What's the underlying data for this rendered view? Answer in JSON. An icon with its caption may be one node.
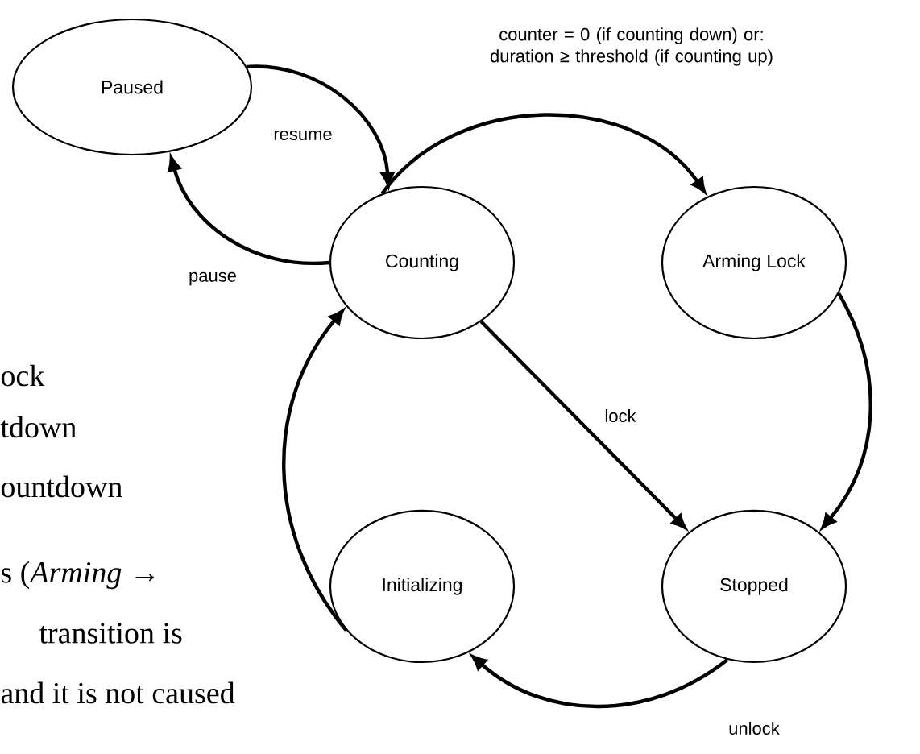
{
  "diagram": {
    "nodes": [
      {
        "text": [
          "Paused"
        ]
      },
      {
        "text": [
          "Counting"
        ]
      },
      {
        "text": [
          "Arming Lock"
        ]
      },
      {
        "text": [
          "Initializing"
        ]
      },
      {
        "text": [
          "Stopped"
        ]
      }
    ],
    "edges": [
      {
        "from": 0,
        "to": 1,
        "arrow": "to",
        "label": "resume"
      },
      {
        "from": 1,
        "to": 0,
        "arrow": "to",
        "label": "pause"
      },
      {
        "from": 1,
        "to": 2,
        "arrow": "to",
        "label": "counter = 0 (if counting down) or: duration ≥ threshold (if counting up)"
      },
      {
        "from": 2,
        "to": 4,
        "arrow": "to"
      },
      {
        "from": 1,
        "to": 4,
        "arrow": "to",
        "label": "lock"
      },
      {
        "from": 4,
        "to": 3,
        "arrow": "to",
        "label": "unlock"
      },
      {
        "from": 3,
        "to": 1,
        "arrow": "to"
      }
    ],
    "labels": [
      "ock",
      "tdown",
      "ountdown",
      "s (*Arming* →",
      "transition is",
      "and it is not caused"
    ]
  }
}
